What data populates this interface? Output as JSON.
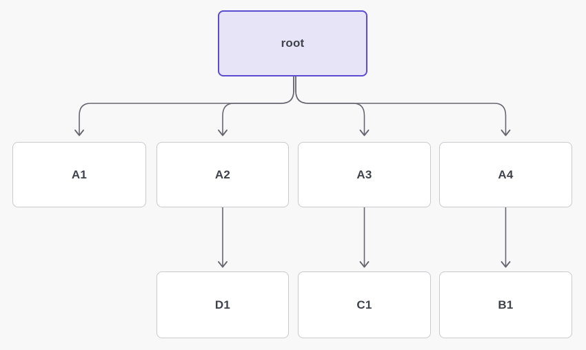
{
  "diagram": {
    "type": "tree-flowchart",
    "nodes": {
      "root": {
        "label": "root"
      },
      "a1": {
        "label": "A1"
      },
      "a2": {
        "label": "A2"
      },
      "a3": {
        "label": "A3"
      },
      "a4": {
        "label": "A4"
      },
      "d1": {
        "label": "D1"
      },
      "c1": {
        "label": "C1"
      },
      "b1": {
        "label": "B1"
      }
    },
    "edges": [
      {
        "from": "root",
        "to": "A1"
      },
      {
        "from": "root",
        "to": "A2"
      },
      {
        "from": "root",
        "to": "A3"
      },
      {
        "from": "root",
        "to": "A4"
      },
      {
        "from": "A2",
        "to": "D1"
      },
      {
        "from": "A3",
        "to": "C1"
      },
      {
        "from": "A4",
        "to": "B1"
      }
    ],
    "colors": {
      "background": "#f8f8f9",
      "root_fill": "#e7e4f7",
      "root_border": "#5a4bd1",
      "node_fill": "#ffffff",
      "node_border": "#c9c9ce",
      "edge_line": "#65656e",
      "label_text": "#3f424b"
    }
  }
}
